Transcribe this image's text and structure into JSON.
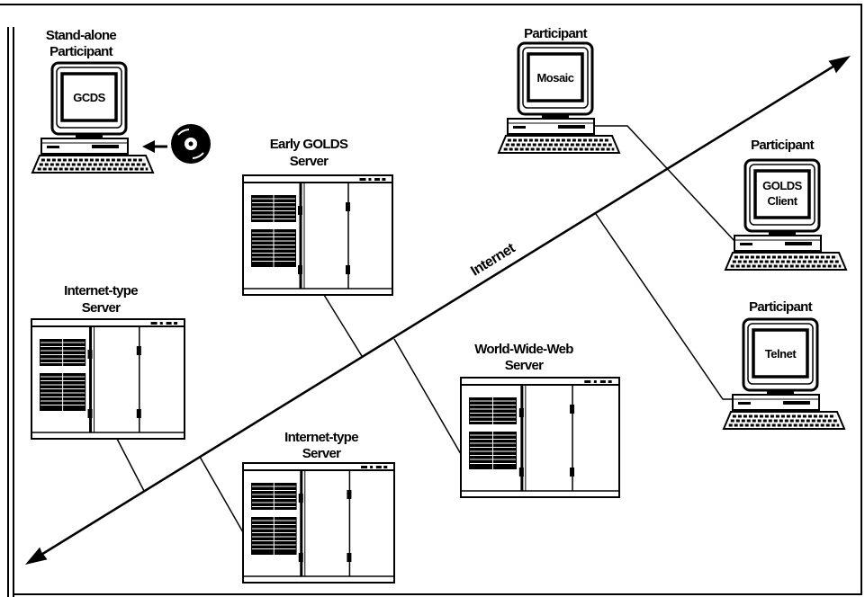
{
  "diagram": {
    "network": {
      "label": "Internet"
    },
    "standalone_participant": {
      "label": [
        "Stand-alone",
        "Participant"
      ],
      "screen": [
        "GCDS"
      ],
      "icon": "workstation-icon",
      "media_icon": "cd-rom-icon"
    },
    "participant_mosaic": {
      "label": [
        "Participant"
      ],
      "screen": [
        "Mosaic"
      ],
      "icon": "workstation-icon"
    },
    "participant_golds_client": {
      "label": [
        "Participant"
      ],
      "screen": [
        "GOLDS",
        "Client"
      ],
      "icon": "workstation-icon"
    },
    "participant_telnet": {
      "label": [
        "Participant"
      ],
      "screen": [
        "Telnet"
      ],
      "icon": "workstation-icon"
    },
    "early_golds_server": {
      "label": [
        "Early GOLDS",
        "Server"
      ],
      "icon": "server-cabinet-icon"
    },
    "internet_type_server_left": {
      "label": [
        "Internet-type",
        "Server"
      ],
      "icon": "server-cabinet-icon"
    },
    "internet_type_server_bottom": {
      "label": [
        "Internet-type",
        "Server"
      ],
      "icon": "server-cabinet-icon"
    },
    "world_wide_web_server": {
      "label": [
        "World-Wide-Web",
        "Server"
      ],
      "icon": "server-cabinet-icon"
    }
  }
}
